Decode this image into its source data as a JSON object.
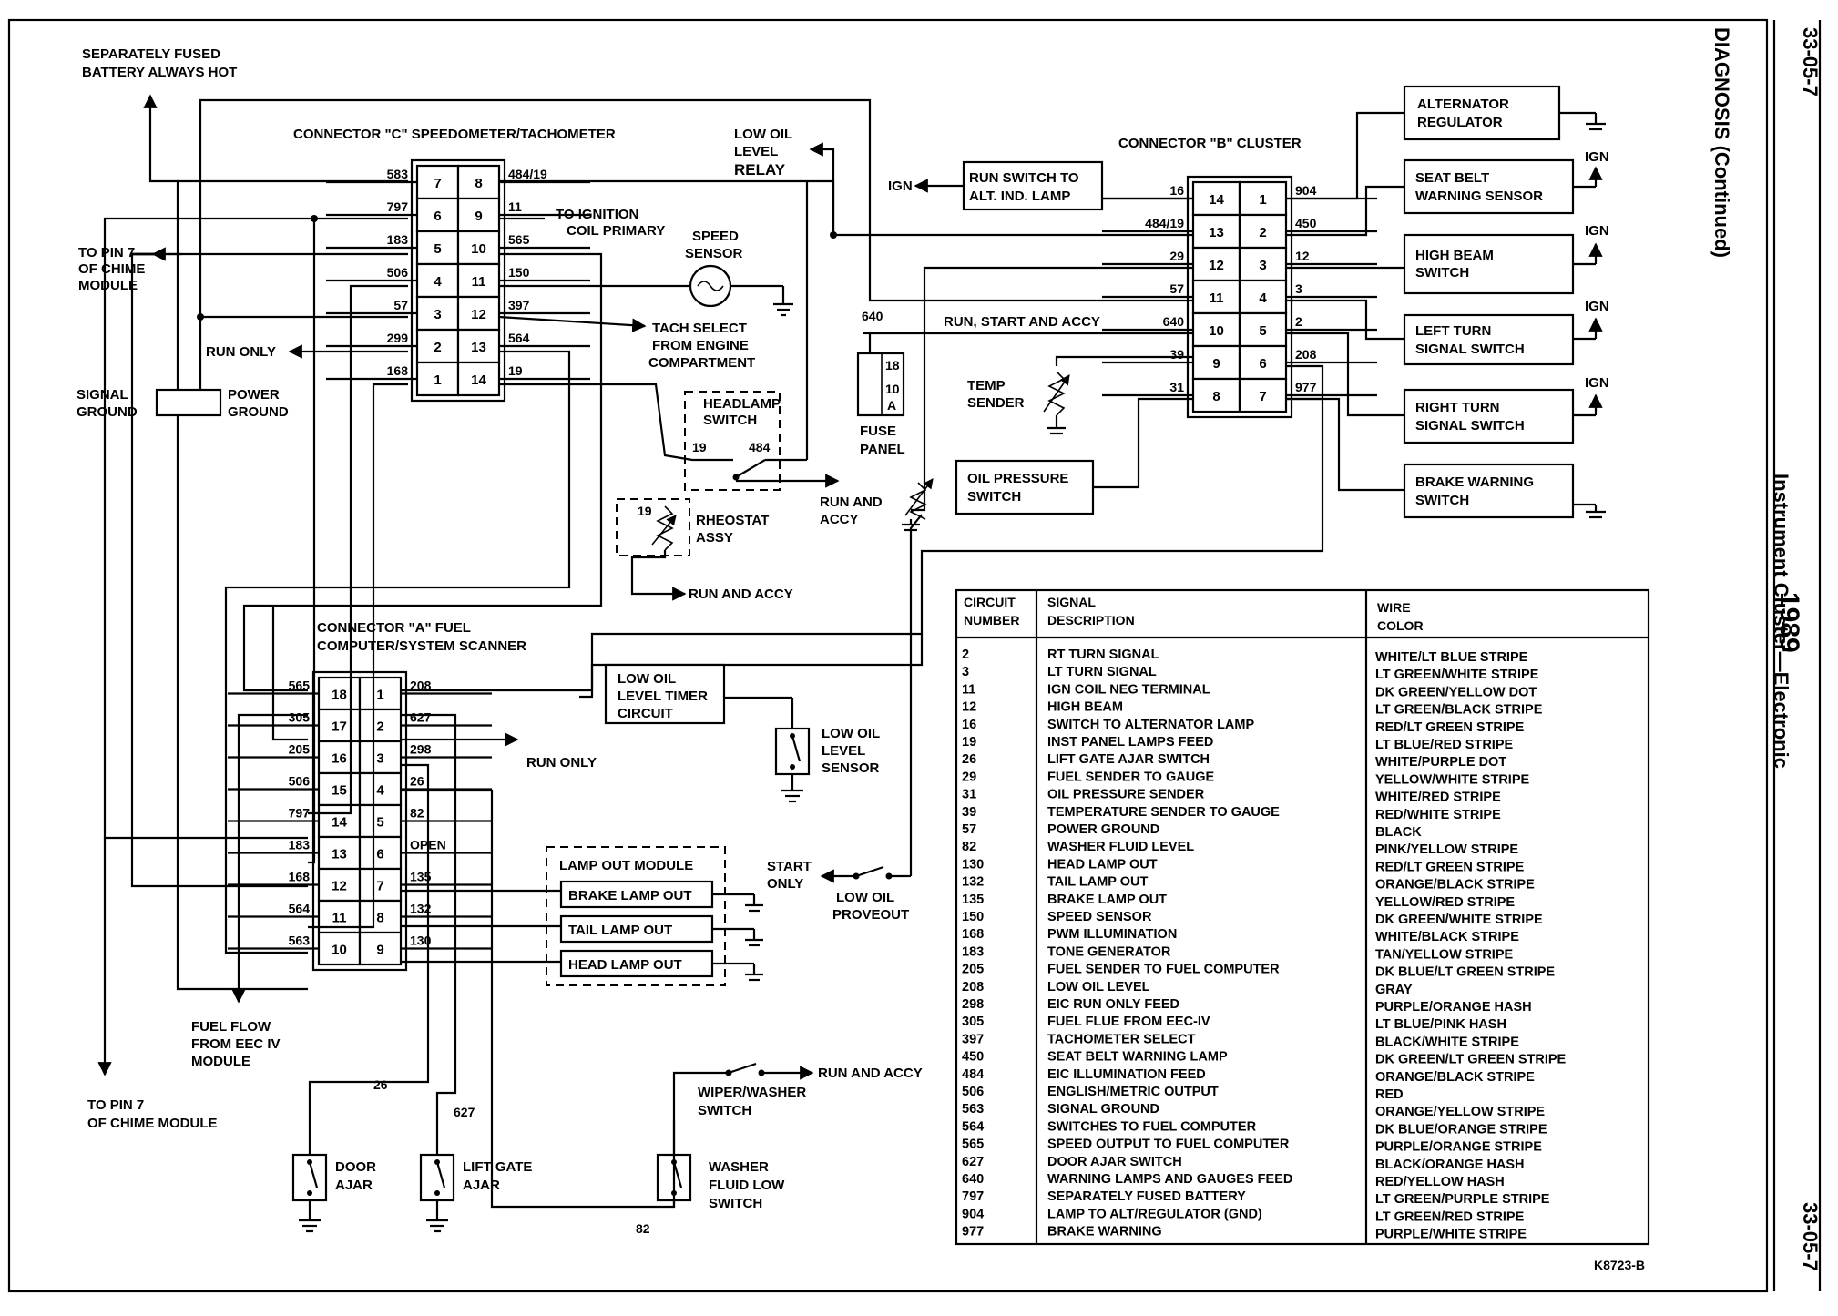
{
  "header": {
    "page_number_top": "33-05-7",
    "section": "DIAGNOSIS (Continued)",
    "year": "1989",
    "title": "Instrument Cluster—Electronic",
    "page_number_bottom": "33-05-7",
    "figure_id": "K8723-B"
  },
  "connectors": {
    "c": {
      "title": "CONNECTOR \"C\" SPEEDOMETER/TACHOMETER",
      "rows": [
        {
          "left_wire": "583",
          "left_pin": "7",
          "right_pin": "8",
          "right_wire": "484/19"
        },
        {
          "left_wire": "797",
          "left_pin": "6",
          "right_pin": "9",
          "right_wire": "11"
        },
        {
          "left_wire": "183",
          "left_pin": "5",
          "right_pin": "10",
          "right_wire": "565"
        },
        {
          "left_wire": "506",
          "left_pin": "4",
          "right_pin": "11",
          "right_wire": "150"
        },
        {
          "left_wire": "57",
          "left_pin": "3",
          "right_pin": "12",
          "right_wire": "397"
        },
        {
          "left_wire": "299",
          "left_pin": "2",
          "right_pin": "13",
          "right_wire": "564"
        },
        {
          "left_wire": "168",
          "left_pin": "1",
          "right_pin": "14",
          "right_wire": "19"
        }
      ]
    },
    "b": {
      "title": "CONNECTOR \"B\" CLUSTER",
      "rows": [
        {
          "left_wire": "16",
          "left_pin": "14",
          "right_pin": "1",
          "right_wire": "904"
        },
        {
          "left_wire": "484/19",
          "left_pin": "13",
          "right_pin": "2",
          "right_wire": "450"
        },
        {
          "left_wire": "29",
          "left_pin": "12",
          "right_pin": "3",
          "right_wire": "12"
        },
        {
          "left_wire": "57",
          "left_pin": "11",
          "right_pin": "4",
          "right_wire": "3"
        },
        {
          "left_wire": "640",
          "left_pin": "10",
          "right_pin": "5",
          "right_wire": "2"
        },
        {
          "left_wire": "39",
          "left_pin": "9",
          "right_pin": "6",
          "right_wire": "208"
        },
        {
          "left_wire": "31",
          "left_pin": "8",
          "right_pin": "7",
          "right_wire": "977"
        }
      ]
    },
    "a": {
      "title_line1": "CONNECTOR \"A\" FUEL",
      "title_line2": "COMPUTER/SYSTEM SCANNER",
      "rows": [
        {
          "left_wire": "565",
          "left_pin": "18",
          "right_pin": "1",
          "right_wire": "208"
        },
        {
          "left_wire": "305",
          "left_pin": "17",
          "right_pin": "2",
          "right_wire": "627"
        },
        {
          "left_wire": "205",
          "left_pin": "16",
          "right_pin": "3",
          "right_wire": "298"
        },
        {
          "left_wire": "506",
          "left_pin": "15",
          "right_pin": "4",
          "right_wire": "26"
        },
        {
          "left_wire": "797",
          "left_pin": "14",
          "right_pin": "5",
          "right_wire": "82"
        },
        {
          "left_wire": "183",
          "left_pin": "13",
          "right_pin": "6",
          "right_wire": "OPEN"
        },
        {
          "left_wire": "168",
          "left_pin": "12",
          "right_pin": "7",
          "right_wire": "135"
        },
        {
          "left_wire": "564",
          "left_pin": "11",
          "right_pin": "8",
          "right_wire": "132"
        },
        {
          "left_wire": "563",
          "left_pin": "10",
          "right_pin": "9",
          "right_wire": "130"
        }
      ]
    }
  },
  "labels": {
    "sep_fused_1": "SEPARATELY FUSED",
    "sep_fused_2": "BATTERY ALWAYS HOT",
    "to_pin7_1": "TO PIN 7",
    "to_pin7_2": "OF CHIME",
    "to_pin7_3": "MODULE",
    "run_only": "RUN ONLY",
    "signal_ground_1": "SIGNAL",
    "signal_ground_2": "GROUND",
    "power_ground_1": "POWER",
    "power_ground_2": "GROUND",
    "to_ignition_1": "TO IGNITION",
    "to_ignition_2": "COIL PRIMARY",
    "speed_sensor_1": "SPEED",
    "speed_sensor_2": "SENSOR",
    "tach_select_1": "TACH SELECT",
    "tach_select_2": "FROM ENGINE",
    "tach_select_3": "COMPARTMENT",
    "low_oil_relay_1": "LOW OIL",
    "low_oil_relay_2": "LEVEL",
    "low_oil_relay_3": "RELAY",
    "ign_left": "IGN",
    "run_switch_1": "RUN SWITCH TO",
    "run_switch_2": "ALT. IND. LAMP",
    "run_start_accy": "RUN, START AND ACCY",
    "wire_640": "640",
    "fuse_18": "18",
    "fuse_10": "10",
    "fuse_a": "A",
    "fuse_panel_1": "FUSE",
    "fuse_panel_2": "PANEL",
    "headlamp_1": "HEADLAMP",
    "headlamp_2": "SWITCH",
    "hl_19": "19",
    "hl_484": "484",
    "rheo_19": "19",
    "rheostat_1": "RHEOSTAT",
    "rheostat_2": "ASSY",
    "run_accy_1": "RUN AND",
    "run_accy_2": "ACCY",
    "run_and_accy_rheo": "RUN AND ACCY",
    "temp_sender_1": "TEMP",
    "temp_sender_2": "SENDER",
    "oil_pressure_1": "OIL PRESSURE",
    "oil_pressure_2": "SWITCH",
    "alternator_1": "ALTERNATOR",
    "alternator_2": "REGULATOR",
    "seat_belt_1": "SEAT BELT",
    "seat_belt_2": "WARNING SENSOR",
    "high_beam_1": "HIGH BEAM",
    "high_beam_2": "SWITCH",
    "left_turn_1": "LEFT TURN",
    "left_turn_2": "SIGNAL SWITCH",
    "right_turn_1": "RIGHT TURN",
    "right_turn_2": "SIGNAL SWITCH",
    "brake_warn_1": "BRAKE WARNING",
    "brake_warn_2": "SWITCH",
    "ign_r1": "IGN",
    "ign_r2": "IGN",
    "ign_r3": "IGN",
    "ign_r4": "IGN",
    "low_oil_timer_1": "LOW OIL",
    "low_oil_timer_2": "LEVEL TIMER",
    "low_oil_timer_3": "CIRCUIT",
    "low_oil_sensor_1": "LOW OIL",
    "low_oil_sensor_2": "LEVEL",
    "low_oil_sensor_3": "SENSOR",
    "run_only_a": "RUN ONLY",
    "lamp_out_module": "LAMP OUT MODULE",
    "brake_lamp_out": "BRAKE LAMP OUT",
    "tail_lamp_out": "TAIL LAMP OUT",
    "head_lamp_out": "HEAD LAMP OUT",
    "start_only_1": "START",
    "start_only_2": "ONLY",
    "low_oil_proveout_1": "LOW OIL",
    "low_oil_proveout_2": "PROVEOUT",
    "fuel_flow_1": "FUEL FLOW",
    "fuel_flow_2": "FROM EEC IV",
    "fuel_flow_3": "MODULE",
    "to_pin7_b1": "TO PIN 7",
    "to_pin7_b2": "OF CHIME MODULE",
    "wire_26": "26",
    "wire_627": "627",
    "wire_82": "82",
    "door_ajar_1": "DOOR",
    "door_ajar_2": "AJAR",
    "lift_gate_1": "LIFT GATE",
    "lift_gate_2": "AJAR",
    "wiper_1": "WIPER/WASHER",
    "wiper_2": "SWITCH",
    "run_and_accy_wiper": "RUN AND ACCY",
    "washer_1": "WASHER",
    "washer_2": "FLUID LOW",
    "washer_3": "SWITCH"
  },
  "table": {
    "headers": {
      "circuit_1": "CIRCUIT",
      "circuit_2": "NUMBER",
      "signal_1": "SIGNAL",
      "signal_2": "DESCRIPTION",
      "wire_1": "WIRE",
      "wire_2": "COLOR"
    },
    "rows": [
      {
        "circuit": "2",
        "description": "RT TURN SIGNAL",
        "color": "WHITE/LT BLUE STRIPE"
      },
      {
        "circuit": "3",
        "description": "LT TURN SIGNAL",
        "color": "LT GREEN/WHITE STRIPE"
      },
      {
        "circuit": "11",
        "description": "IGN COIL NEG TERMINAL",
        "color": "DK GREEN/YELLOW DOT"
      },
      {
        "circuit": "12",
        "description": "HIGH BEAM",
        "color": "LT GREEN/BLACK STRIPE"
      },
      {
        "circuit": "16",
        "description": "SWITCH TO ALTERNATOR LAMP",
        "color": "RED/LT GREEN STRIPE"
      },
      {
        "circuit": "19",
        "description": "INST PANEL LAMPS FEED",
        "color": "LT BLUE/RED STRIPE"
      },
      {
        "circuit": "26",
        "description": "LIFT GATE AJAR SWITCH",
        "color": "WHITE/PURPLE DOT"
      },
      {
        "circuit": "29",
        "description": "FUEL SENDER TO GAUGE",
        "color": "YELLOW/WHITE STRIPE"
      },
      {
        "circuit": "31",
        "description": "OIL PRESSURE SENDER",
        "color": "WHITE/RED STRIPE"
      },
      {
        "circuit": "39",
        "description": "TEMPERATURE SENDER TO GAUGE",
        "color": "RED/WHITE STRIPE"
      },
      {
        "circuit": "57",
        "description": "POWER GROUND",
        "color": "BLACK"
      },
      {
        "circuit": "82",
        "description": "WASHER FLUID LEVEL",
        "color": "PINK/YELLOW STRIPE"
      },
      {
        "circuit": "130",
        "description": "HEAD LAMP OUT",
        "color": "RED/LT GREEN STRIPE"
      },
      {
        "circuit": "132",
        "description": "TAIL LAMP OUT",
        "color": "ORANGE/BLACK STRIPE"
      },
      {
        "circuit": "135",
        "description": "BRAKE LAMP OUT",
        "color": "YELLOW/RED STRIPE"
      },
      {
        "circuit": "150",
        "description": "SPEED SENSOR",
        "color": "DK GREEN/WHITE STRIPE"
      },
      {
        "circuit": "168",
        "description": "PWM ILLUMINATION",
        "color": "WHITE/BLACK STRIPE"
      },
      {
        "circuit": "183",
        "description": "TONE GENERATOR",
        "color": "TAN/YELLOW STRIPE"
      },
      {
        "circuit": "205",
        "description": "FUEL SENDER TO FUEL COMPUTER",
        "color": "DK BLUE/LT GREEN STRIPE"
      },
      {
        "circuit": "208",
        "description": "LOW OIL LEVEL",
        "color": "GRAY"
      },
      {
        "circuit": "298",
        "description": "EIC RUN ONLY FEED",
        "color": "PURPLE/ORANGE HASH"
      },
      {
        "circuit": "305",
        "description": "FUEL FLUE FROM EEC-IV",
        "color": "LT BLUE/PINK HASH"
      },
      {
        "circuit": "397",
        "description": "TACHOMETER SELECT",
        "color": "BLACK/WHITE STRIPE"
      },
      {
        "circuit": "450",
        "description": "SEAT BELT WARNING LAMP",
        "color": "DK GREEN/LT GREEN STRIPE"
      },
      {
        "circuit": "484",
        "description": "EIC ILLUMINATION FEED",
        "color": "ORANGE/BLACK STRIPE"
      },
      {
        "circuit": "506",
        "description": "ENGLISH/METRIC OUTPUT",
        "color": "RED"
      },
      {
        "circuit": "563",
        "description": "SIGNAL GROUND",
        "color": "ORANGE/YELLOW STRIPE"
      },
      {
        "circuit": "564",
        "description": "SWITCHES TO FUEL COMPUTER",
        "color": "DK BLUE/ORANGE STRIPE"
      },
      {
        "circuit": "565",
        "description": "SPEED OUTPUT TO FUEL COMPUTER",
        "color": "PURPLE/ORANGE STRIPE"
      },
      {
        "circuit": "627",
        "description": "DOOR AJAR SWITCH",
        "color": "BLACK/ORANGE HASH"
      },
      {
        "circuit": "640",
        "description": "WARNING LAMPS AND GAUGES FEED",
        "color": "RED/YELLOW HASH"
      },
      {
        "circuit": "797",
        "description": "SEPARATELY FUSED BATTERY",
        "color": "LT GREEN/PURPLE STRIPE"
      },
      {
        "circuit": "904",
        "description": "LAMP TO ALT/REGULATOR (GND)",
        "color": "LT GREEN/RED STRIPE"
      },
      {
        "circuit": "977",
        "description": "BRAKE WARNING",
        "color": "PURPLE/WHITE STRIPE"
      }
    ]
  }
}
